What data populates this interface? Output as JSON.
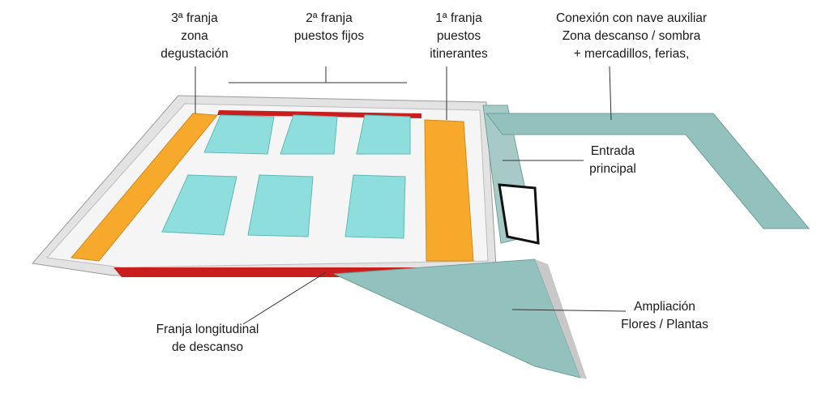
{
  "labels": {
    "franja3": {
      "line1": "3ª franja",
      "line2": "zona",
      "line3": "degustación"
    },
    "franja2": {
      "line1": "2ª franja",
      "line2": "puestos fijos"
    },
    "franja1": {
      "line1": "1ª franja",
      "line2": "puestos",
      "line3": "itinerantes"
    },
    "conexion": {
      "line1": "Conexión con nave auxiliar",
      "line2": "Zona descanso / sombra",
      "line3": "+ mercadillos, ferias,"
    },
    "entrada": {
      "line1": "Entrada",
      "line2": "principal"
    },
    "ampliacion": {
      "line1": "Ampliación",
      "line2": "Flores / Plantas"
    },
    "descanso": {
      "line1": "Franja longitudinal",
      "line2": "de descanso"
    }
  },
  "colors": {
    "orange": "#f7a92c",
    "cyan": "#8fdede",
    "teal": "#93c1bd",
    "red": "#c81e1e",
    "wall": "#d9d9d9",
    "floor": "#f4f4f4"
  }
}
